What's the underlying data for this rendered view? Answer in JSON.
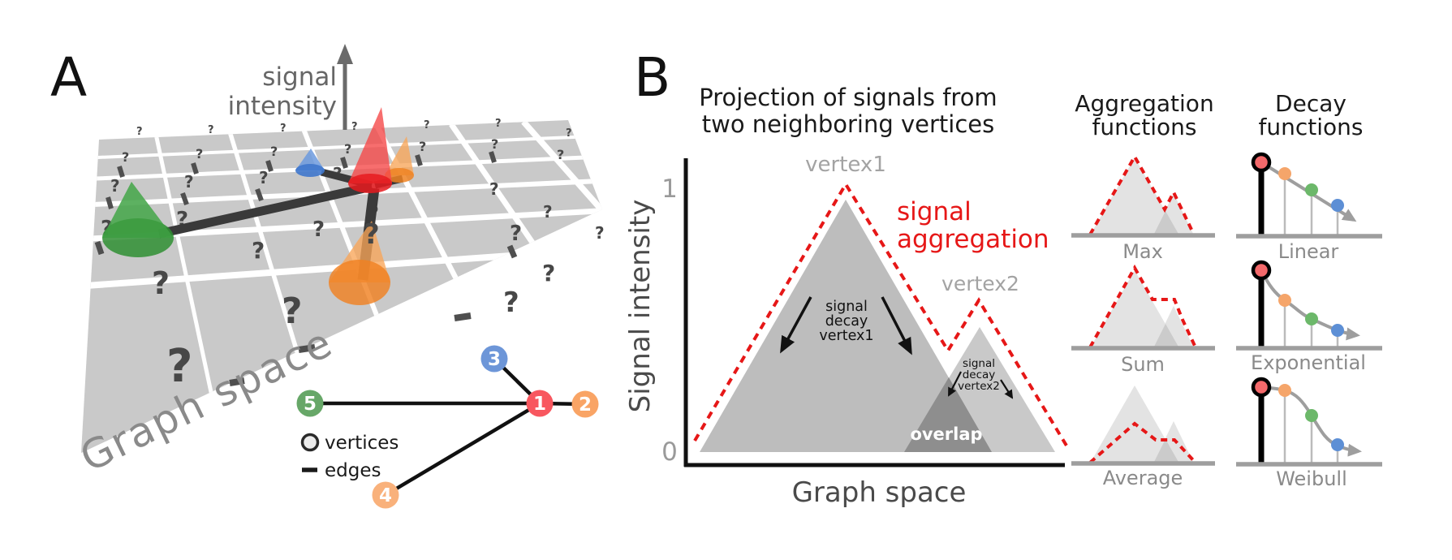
{
  "panel_a": {
    "label": "A",
    "axis_label_line1": "signal",
    "axis_label_line2": "intensity",
    "plane_label": "Graph space",
    "qmark": "?",
    "graph": {
      "nodes": [
        {
          "id": "1",
          "color": "#f8575f"
        },
        {
          "id": "2",
          "color": "#f9a465"
        },
        {
          "id": "3",
          "color": "#6d96d8"
        },
        {
          "id": "4",
          "color": "#f9b17b"
        },
        {
          "id": "5",
          "color": "#67a768"
        }
      ],
      "legend_vertices": "vertices",
      "legend_edges": "edges"
    }
  },
  "panel_b": {
    "label": "B",
    "title_line1": "Projection of signals from",
    "title_line2": "two neighboring vertices",
    "ylabel": "Signal intensity",
    "xlabel": "Graph space",
    "ytick_top": "1",
    "ytick_bottom": "0",
    "vertex1_label": "vertex1",
    "vertex2_label": "vertex2",
    "aggregation_label_line1": "signal",
    "aggregation_label_line2": "aggregation",
    "decay1_line1": "signal",
    "decay1_line2": "decay",
    "decay1_line3": "vertex1",
    "decay2_line1": "signal",
    "decay2_line2": "decay",
    "decay2_line3": "vertex2",
    "overlap_label": "overlap"
  },
  "aggregation_functions": {
    "header_line1": "Aggregation",
    "header_line2": "functions",
    "items": [
      {
        "label": "Max"
      },
      {
        "label": "Sum"
      },
      {
        "label": "Average"
      }
    ]
  },
  "decay_functions": {
    "header_line1": "Decay",
    "header_line2": "functions",
    "items": [
      {
        "label": "Linear"
      },
      {
        "label": "Exponential"
      },
      {
        "label": "Weibull"
      }
    ]
  },
  "colors": {
    "aggregation_line": "#e61717",
    "triangle_vertex1": "#bdbdbd",
    "triangle_vertex2": "#c9c9c9",
    "triangle_overlap": "#8e8e8e",
    "mini_triangle": "#e3e3e3",
    "mini_overlap": "#cbcbcb",
    "decay_dot_red": "#f4696b",
    "decay_dot_orange": "#f5a56a",
    "decay_dot_green": "#6cb86a",
    "decay_dot_blue": "#5d8fd5",
    "cone_green": "#4aa84e",
    "cone_blue": "#6c9ade",
    "cone_red": "#f54a4a",
    "cone_orange_right": "#f8a85c",
    "cone_orange_front": "#f8a558"
  }
}
